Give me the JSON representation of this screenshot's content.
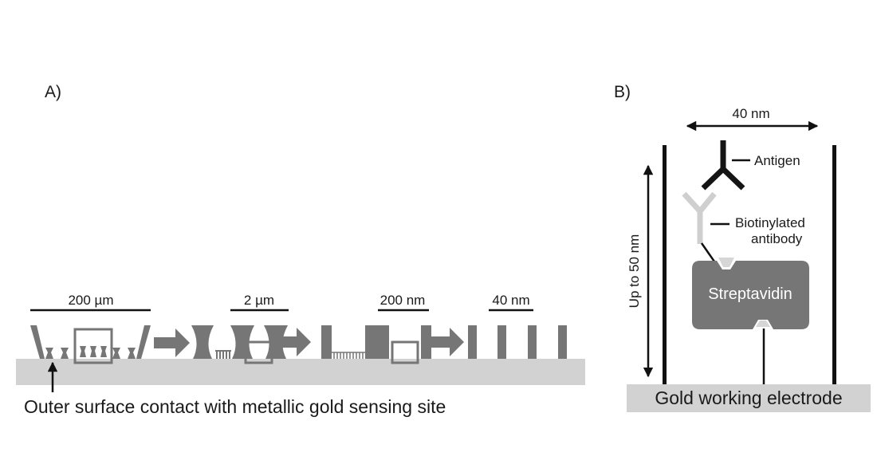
{
  "colors": {
    "surface": "#d2d2d2",
    "structure": "#767676",
    "antigen": "#151515",
    "antibody": "#cfcfcf",
    "line": "#111111",
    "text_on_dark": "#ffffff"
  },
  "panel_a": {
    "label": "A)",
    "scales": [
      "200 µm",
      "2 µm",
      "200 nm",
      "40 nm"
    ],
    "surface_caption": "Outer surface contact with metallic gold sensing site"
  },
  "panel_b": {
    "label": "B)",
    "width_label": "40 nm",
    "height_label": "Up to 50 nm",
    "antigen_label": "Antigen",
    "antibody_label_line1": "Biotinylated",
    "antibody_label_line2": "antibody",
    "streptavidin_label": "Streptavidin",
    "electrode_label": "Gold working electrode"
  }
}
